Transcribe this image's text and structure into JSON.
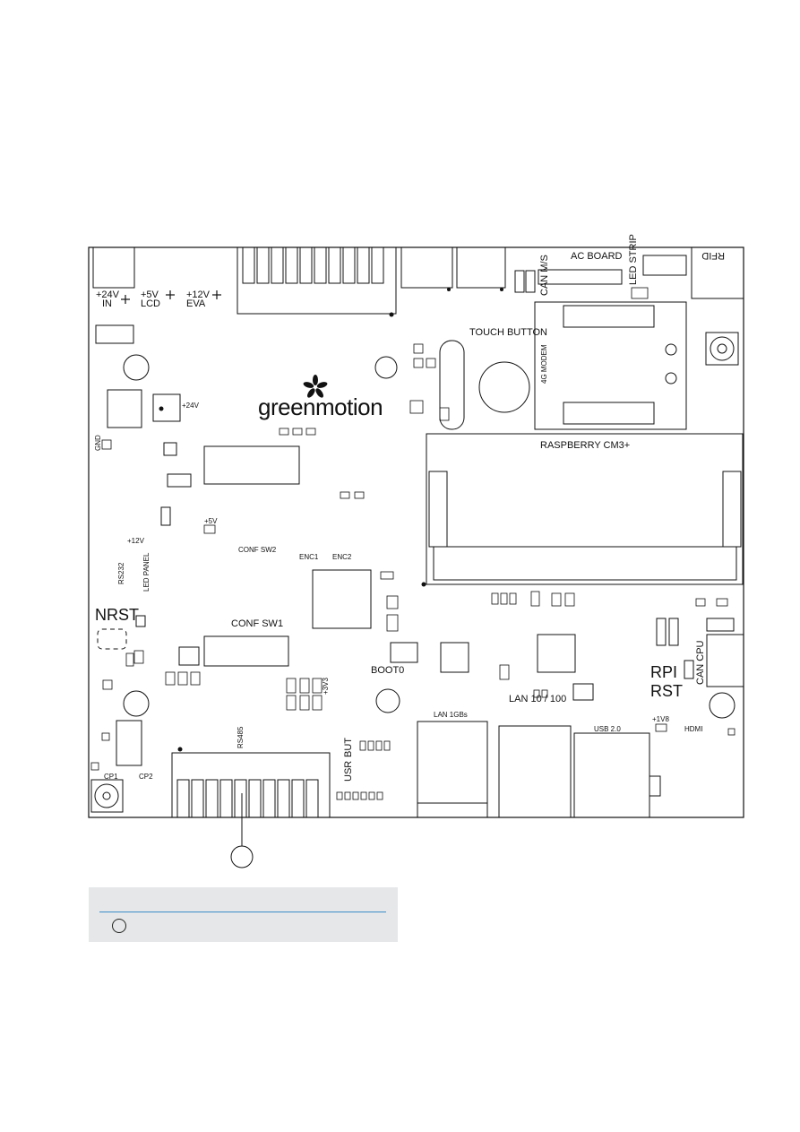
{
  "logo": {
    "text": "greenmotion",
    "name": "green motion logo"
  },
  "labels": {
    "v24_in": "+24V\nIN",
    "v5_lcd": "+5V\nLCD",
    "v12_eva": "+12V\nEVA",
    "ac_board": "AC BOARD",
    "can_ms": "CAN M/S",
    "led_strip": "LED STRIP",
    "rfid": "RFID",
    "touch_button": "TOUCH BUTTON",
    "modem_4g": "4G MODEM",
    "raspberry": "RASPBERRY CM3+",
    "v24": "+24V",
    "gnd": "GND",
    "v5": "+5V",
    "v12": "+12V",
    "conf_sw2": "CONF SW2",
    "rs232": "RS232",
    "led_panel": "LED PANEL",
    "enc1": "ENC1",
    "enc2": "ENC2",
    "nrst": "NRST",
    "conf_sw1": "CONF SW1",
    "boot0": "BOOT0",
    "rpi": "RPI",
    "rst": "RST",
    "can_cpu": "CAN CPU",
    "lan_10_100": "LAN 10 / 100",
    "lan_1gbs": "LAN 1GBs",
    "usb_20": "USB 2.0",
    "v1v8": "+1V8",
    "hdmi": "HDMI",
    "rs485": "RS485",
    "v3v3": "+3V3",
    "usr": "USR",
    "but": "BUT",
    "cp1": "CP1",
    "cp2": "CP2"
  },
  "legend": {
    "text": ""
  },
  "colors": {
    "legend_bg": "#e6e7e8",
    "legend_line": "#3d8ec9",
    "ink": "#111111"
  }
}
